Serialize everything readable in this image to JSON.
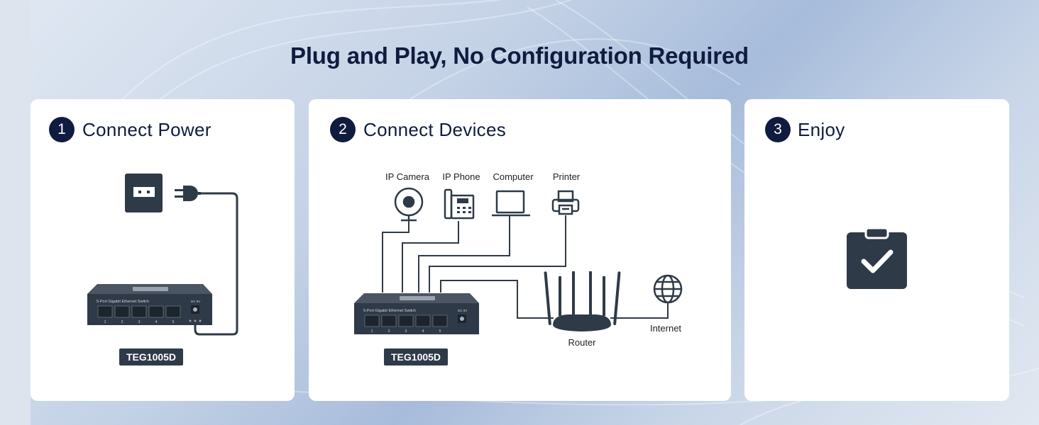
{
  "headline": "Plug and Play, No Configuration Required",
  "steps": [
    {
      "number": "1",
      "title": "Connect Power"
    },
    {
      "number": "2",
      "title": "Connect Devices"
    },
    {
      "number": "3",
      "title": "Enjoy"
    }
  ],
  "switch": {
    "model": "TEG1005D",
    "front_label": "5-Port Gigabit Ethernet Switch",
    "power_label": "DC 9V",
    "port_numbers": [
      "1",
      "2",
      "3",
      "4",
      "5"
    ]
  },
  "devices": [
    {
      "label": "IP Camera",
      "icon": "webcam-icon"
    },
    {
      "label": "IP Phone",
      "icon": "desk-phone-icon"
    },
    {
      "label": "Computer",
      "icon": "laptop-icon"
    },
    {
      "label": "Printer",
      "icon": "printer-icon"
    }
  ],
  "network": {
    "router_label": "Router",
    "internet_label": "Internet"
  },
  "colors": {
    "navy": "#0f1c3f",
    "device_dark": "#2f3a48",
    "card": "#ffffff"
  }
}
